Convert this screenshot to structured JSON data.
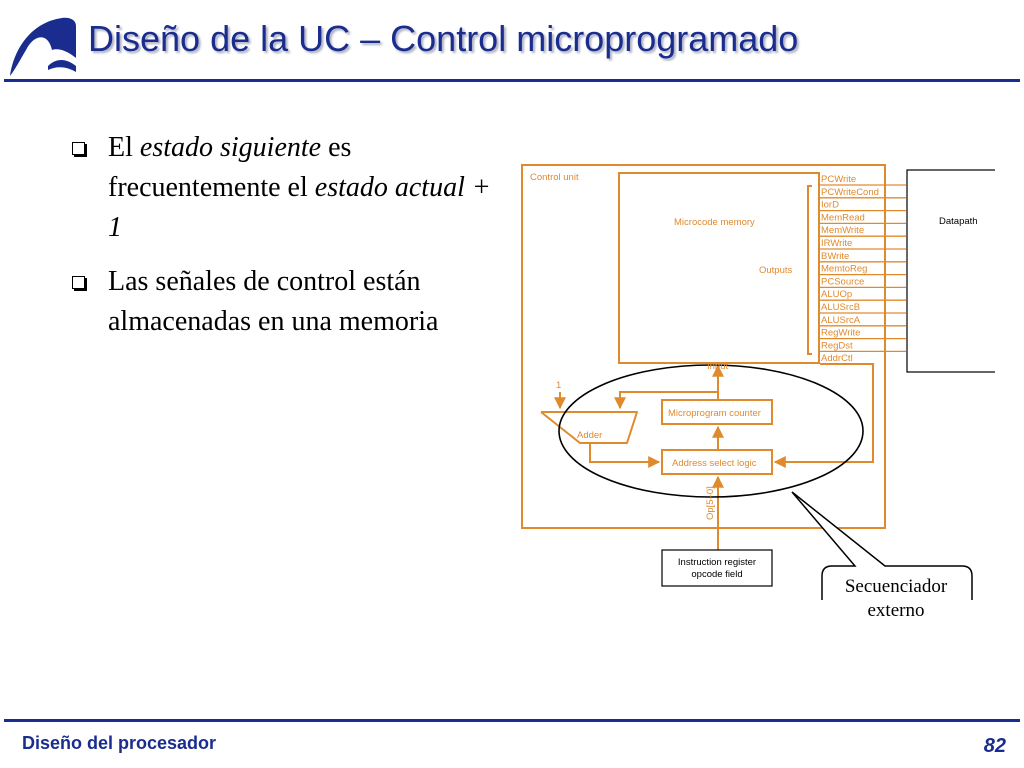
{
  "slide": {
    "title": "Diseño de la UC – Control microprogramado",
    "footer_left": "Diseño del procesador",
    "page_number": "82",
    "accent_color": "#1a2d8f",
    "logo_icon": "swoosh-logo-icon"
  },
  "bullets": [
    {
      "parts": [
        {
          "text": "El ",
          "italic": false
        },
        {
          "text": "estado siguiente",
          "italic": true
        },
        {
          "text": "  es frecuentemente el ",
          "italic": false
        },
        {
          "text": "estado actual + 1",
          "italic": true
        }
      ]
    },
    {
      "parts": [
        {
          "text": "Las señales de control están almacenadas en una memoria",
          "italic": false
        }
      ]
    }
  ],
  "diagram": {
    "line_color": "#e08a2e",
    "control_unit_label": "Control unit",
    "microcode_memory_label": "Microcode memory",
    "outputs_label": "Outputs",
    "input_label": "Input",
    "datapath_label": "Datapath",
    "signals": [
      "PCWrite",
      "PCWriteCond",
      "IorD",
      "MemRead",
      "MemWrite",
      "IRWrite",
      "BWrite",
      "MemtoReg",
      "PCSource",
      "ALUOp",
      "ALUSrcB",
      "ALUSrcA",
      "RegWrite",
      "RegDst",
      "AddrCtl"
    ],
    "constant_one": "1",
    "adder_label": "Adder",
    "microprogram_counter_label": "Microprogram counter",
    "address_select_label": "Address select logic",
    "op_label": "Op[5–0]",
    "ir_line1": "Instruction register",
    "ir_line2": "opcode field"
  },
  "callout": {
    "line1": "Secuenciador",
    "line2": "externo"
  }
}
